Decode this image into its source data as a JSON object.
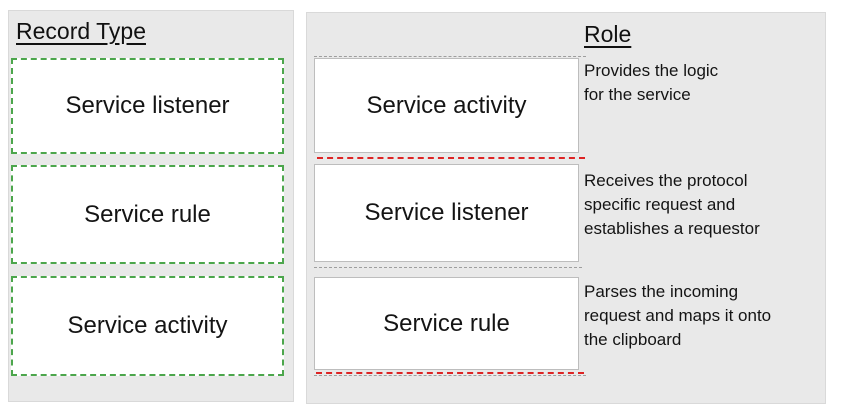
{
  "left_panel": {
    "title": "Record Type",
    "cards": [
      {
        "label": "Service listener"
      },
      {
        "label": "Service rule"
      },
      {
        "label": "Service activity"
      }
    ]
  },
  "right_panel": {
    "title": "Role",
    "slots": [
      {
        "label": "Service activity",
        "description": "Provides the logic\nfor the service"
      },
      {
        "label": "Service listener",
        "description": "Receives the protocol\nspecific request and\nestablishes a requestor"
      },
      {
        "label": "Service rule",
        "description": "Parses the incoming\nrequest and maps it onto\nthe clipboard"
      }
    ]
  },
  "colors": {
    "panel_background": "#e9e9e9",
    "panel_border": "#d9d9d9",
    "card_dashed_border_green": "#4ca64c",
    "drop_indicator_red": "#dd2424",
    "drop_indicator_gray": "#9e9e9e",
    "slot_border": "#bdbdbd",
    "text": "#141414"
  }
}
